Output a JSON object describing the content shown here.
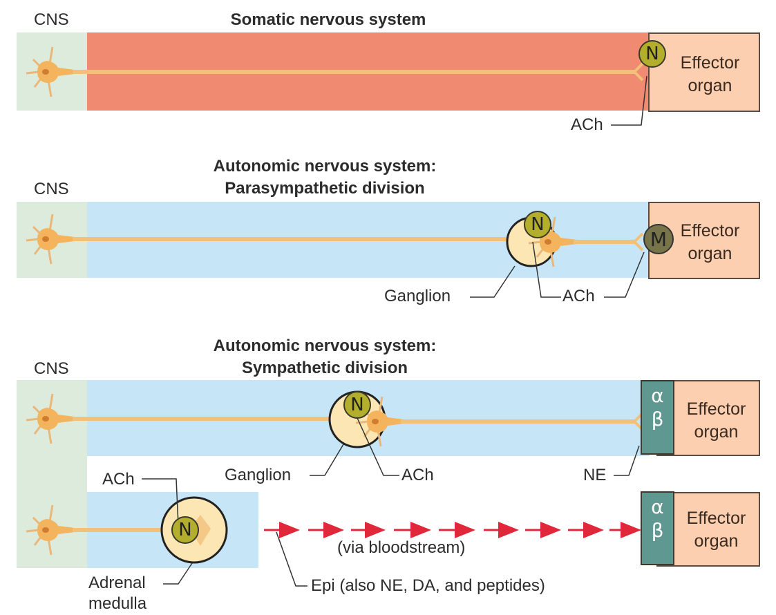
{
  "colors": {
    "cns_bg": "#dcebdc",
    "somatic_band": "#f08a70",
    "autonomic_band": "#c6e6f7",
    "effector_bg": "#fbcfaf",
    "neuron": "#f3b45d",
    "nicotinic_receptor": "#b3ae2c",
    "muscarinic_receptor": "#77744a",
    "adrenergic_receptor": "#5f9891",
    "bloodstream_arrow": "#e0283a"
  },
  "panels": {
    "somatic": {
      "cns_label": "CNS",
      "title": "Somatic nervous system",
      "effector": [
        "Effector",
        "organ"
      ],
      "receptor": "N",
      "nt_label": "ACh"
    },
    "parasympathetic": {
      "cns_label": "CNS",
      "title_line1": "Autonomic nervous system:",
      "title_line2": "Parasympathetic division",
      "effector": [
        "Effector",
        "organ"
      ],
      "ganglion_receptor": "N",
      "effector_receptor": "M",
      "ganglion_label": "Ganglion",
      "nt_label": "ACh"
    },
    "sympathetic": {
      "cns_label": "CNS",
      "title_line1": "Autonomic nervous system:",
      "title_line2": "Sympathetic division",
      "effector": [
        "Effector",
        "organ"
      ],
      "ganglion_receptor": "N",
      "receptor_alpha": "α",
      "receptor_beta": "β",
      "ganglion_label": "Ganglion",
      "ganglion_nt_label": "ACh",
      "effector_nt_label": "NE"
    },
    "adrenal": {
      "preganglionic_nt_label": "ACh",
      "receptor": "N",
      "medulla_label_line1": "Adrenal",
      "medulla_label_line2": "medulla",
      "route_label": "(via bloodstream)",
      "hormone_label": "Epi (also NE, DA, and peptides)",
      "effector": [
        "Effector",
        "organ"
      ],
      "receptor_alpha": "α",
      "receptor_beta": "β"
    }
  }
}
